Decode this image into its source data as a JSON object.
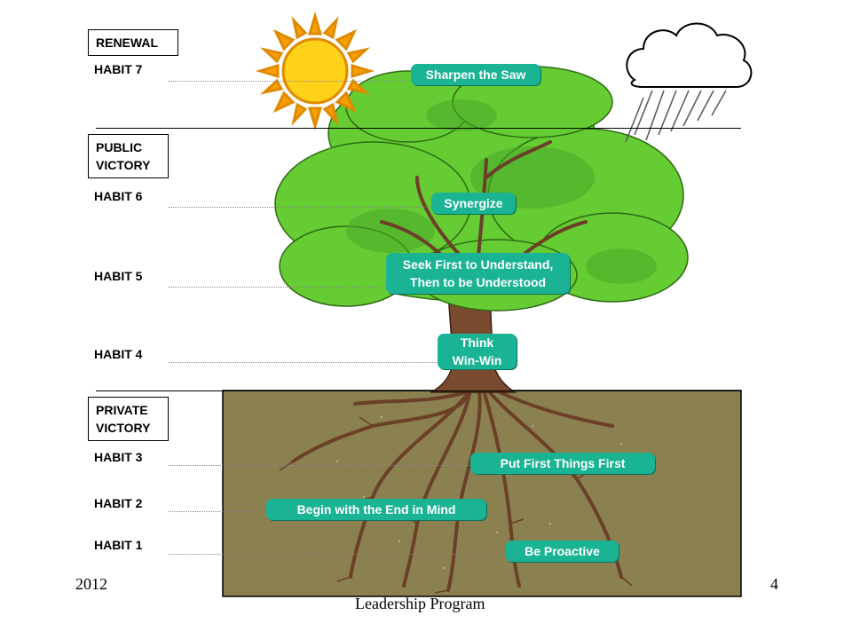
{
  "sections": {
    "renewal": "RENEWAL",
    "public_victory": [
      "PUBLIC",
      "VICTORY"
    ],
    "private_victory": [
      "PRIVATE",
      "VICTORY"
    ]
  },
  "habits": {
    "h7": "HABIT 7",
    "h6": "HABIT 6",
    "h5": "HABIT 5",
    "h4": "HABIT 4",
    "h3": "HABIT 3",
    "h2": "HABIT 2",
    "h1": "HABIT 1"
  },
  "callouts": {
    "sharpen": "Sharpen the Saw",
    "synergize": "Synergize",
    "seek": [
      "Seek First to Understand,",
      "Then to be Understood"
    ],
    "think": [
      "Think",
      "Win-Win"
    ],
    "first_things": "Put First Things First",
    "begin": "Begin with the End in Mind",
    "proactive": "Be Proactive"
  },
  "footer": {
    "year": "2012",
    "program": "Leadership Program",
    "page": "4"
  },
  "colors": {
    "pill": "#1ab394",
    "ground": "#8a8050",
    "foliage": "#66cc33",
    "trunk": "#7a4a30"
  }
}
